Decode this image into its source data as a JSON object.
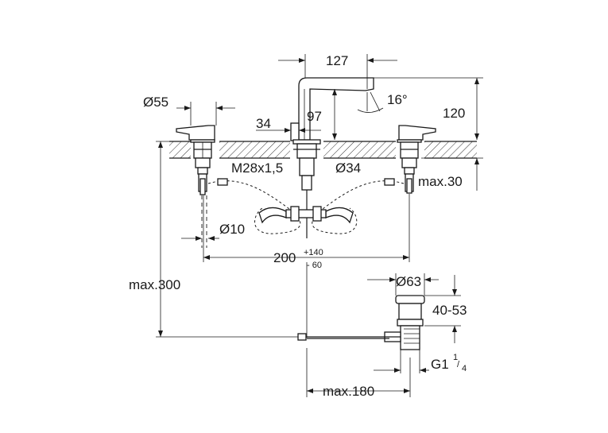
{
  "dimensions": {
    "spout_reach": "127",
    "spout_angle": "16°",
    "spout_height": "120",
    "handle_diameter": "Ø55",
    "spout_thread_offset": "34",
    "outlet_height": "97",
    "thread": "M28x1,5",
    "body_diameter": "Ø34",
    "max_deck_thickness": "max.30",
    "connection_diameter": "Ø10",
    "center_distance": "200",
    "center_tolerance_plus": "+140",
    "center_tolerance_minus": "- 60",
    "max_depth": "max.300",
    "waste_diameter": "Ø63",
    "waste_range": "40-53",
    "waste_thread": "G1",
    "waste_thread_num": "1",
    "waste_thread_den": "4",
    "max_rod_length": "max.180"
  }
}
